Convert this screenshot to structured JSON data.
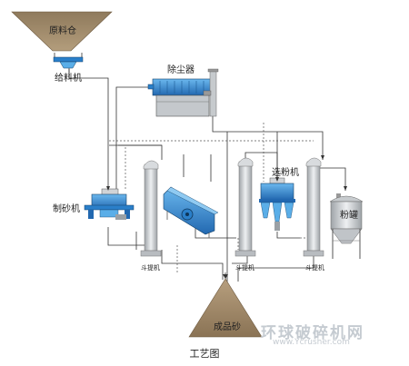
{
  "labels": {
    "raw_bin": "原料仓",
    "feeder": "给料机",
    "dust_collector": "除尘器",
    "sand_maker": "制砂机",
    "separator": "选粉机",
    "powder_tank": "粉罐",
    "elevator_left": "斗提机",
    "elevator_mid": "斗提机",
    "elevator_right": "斗提机",
    "finished_sand": "成品砂"
  },
  "caption": "工艺图",
  "watermark": {
    "cn": "环球破碎机网",
    "url": "www.Ycrusher.com"
  },
  "colors": {
    "hopper_brown": "#8a7355",
    "machine_blue": "#2a7fc9",
    "machine_light_blue": "#5aaee8",
    "steel_gray": "#b8bcc0",
    "line_dark": "#333333",
    "dash_gray": "#555555"
  }
}
